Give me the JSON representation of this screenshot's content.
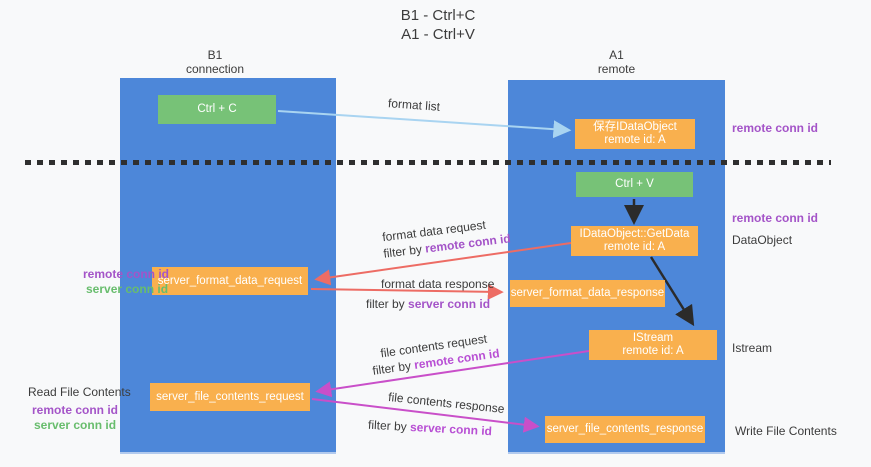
{
  "title": {
    "line1": "B1 - Ctrl+C",
    "line2": "A1 - Ctrl+V"
  },
  "lanes": {
    "left": {
      "title": "B1",
      "subtitle": "connection"
    },
    "right": {
      "title": "A1",
      "subtitle": "remote"
    }
  },
  "boxes": {
    "ctrl_c": {
      "label": "Ctrl + C"
    },
    "ctrl_v": {
      "label": "Ctrl + V"
    },
    "save_dataobject": {
      "line1": "保存IDataObject",
      "line2": "remote id: A"
    },
    "getdata": {
      "line1": "IDataObject::GetData",
      "line2": "remote id: A"
    },
    "istream": {
      "line1": "IStream",
      "line2": "remote id: A"
    },
    "format_request": {
      "label": "server_format_data_request"
    },
    "format_response": {
      "label": "server_format_data_response"
    },
    "file_request": {
      "label": "server_file_contents_request"
    },
    "file_response": {
      "label": "server_file_contents_response"
    }
  },
  "arrow_labels": {
    "format_list": "format list",
    "format_request_line1": "format data request",
    "format_request_filter_prefix": "filter by ",
    "format_request_filter_key": "remote conn id",
    "format_response_line1": "format data response",
    "format_response_filter_prefix": "filter by ",
    "format_response_filter_key": "server conn id",
    "file_request_line1": "file contents request",
    "file_request_filter_prefix": "filter by ",
    "file_request_filter_key": "remote conn id",
    "file_response_line1": "file contents response",
    "file_response_filter_prefix": "filter by ",
    "file_response_filter_key": "server conn id"
  },
  "side_labels": {
    "right_remote_conn_top": "remote conn id",
    "right_remote_conn_mid": "remote conn id",
    "right_dataobject": "DataObject",
    "right_istream": "Istream",
    "right_write_file": "Write File Contents",
    "left_remote_conn_format": "remote conn id",
    "left_server_conn_format": "server conn id",
    "left_read_file": "Read File Contents",
    "left_remote_conn_file": "remote conn id",
    "left_server_conn_file": "server conn id"
  },
  "colors": {
    "background": "#f8f9fa",
    "lane_blue": "#4d87d9",
    "box_green": "#77c277",
    "box_orange": "#f9b04e",
    "arrow_light_blue": "#a9d4f1",
    "arrow_black": "#2b2b2b",
    "arrow_salmon": "#ed6c64",
    "arrow_magenta": "#c94fc9",
    "label_purple": "#a454c8",
    "label_magenta": "#b84fd4",
    "label_green": "#68bd6d",
    "text_dark": "#3c3c3c"
  }
}
